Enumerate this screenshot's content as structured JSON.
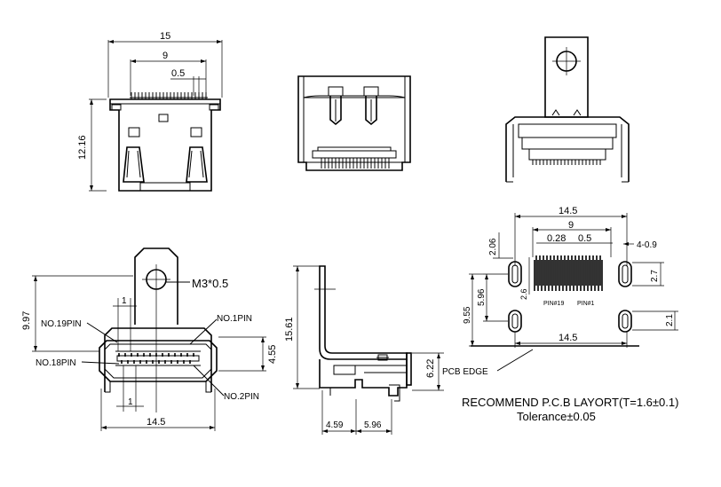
{
  "top_view": {
    "dim_width": "15",
    "dim_pitch_span": "9",
    "dim_pitch": "0.5",
    "dim_height": "12.16"
  },
  "front_view": {
    "label_mount": "M3*0.5",
    "dim_total_height": "9.97",
    "dim_opening_height": "4.55",
    "dim_width": "14.5",
    "dim_pin_a": "1",
    "dim_pin_b": "1",
    "pins": {
      "pin19": "NO.19PIN",
      "pin1": "NO.1PIN",
      "pin18": "NO.18PIN",
      "pin2": "NO.2PIN"
    }
  },
  "side_view": {
    "dim_height": "15.61",
    "dim_lead": "6.22",
    "dim_a": "4.59",
    "dim_b": "5.96",
    "pcb_edge": "PCB EDGE"
  },
  "pcb_layout": {
    "dim_width_top": "14.5",
    "dim_width_bottom": "14.5",
    "dim_pin_span": "9",
    "dim_pad_width": "0.28",
    "dim_pitch": "0.5",
    "dim_slot": "4-0.9",
    "dim_edge": "2.06",
    "dim_pad_len": "2.6",
    "dim_row": "5.96",
    "dim_total": "9.55",
    "dim_slot_len": "2.7",
    "dim_slot_len2": "2.1",
    "pin19": "PIN#19",
    "pin1": "PIN#1",
    "title": "RECOMMEND P.C.B  LAYORT(T=1.6±0.1)",
    "tolerance": "Tolerance±0.05"
  }
}
